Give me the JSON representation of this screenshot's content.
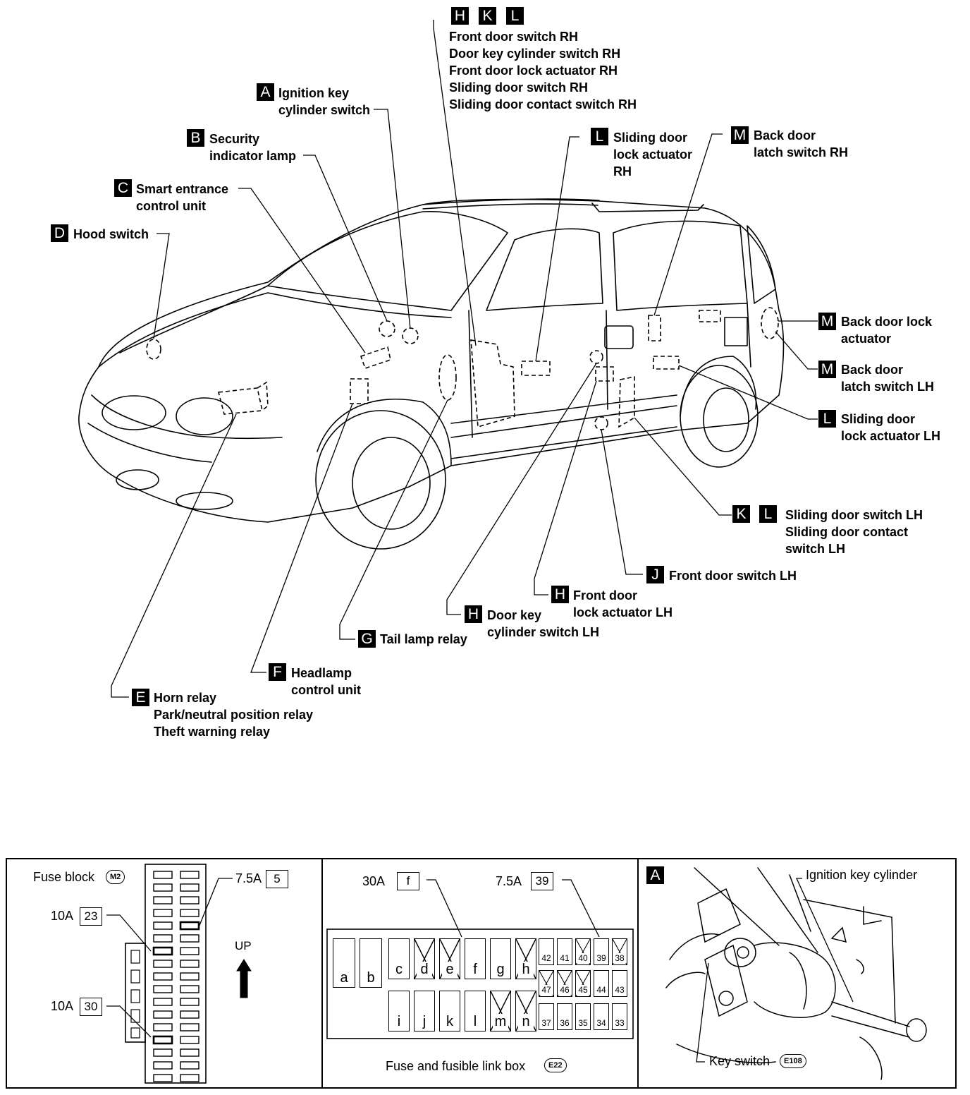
{
  "callouts": [
    {
      "id": "hkl",
      "letters": [
        "H",
        "K",
        "L"
      ],
      "lines": [
        "Front door switch RH",
        "Door key cylinder switch RH",
        "Front door lock actuator RH",
        "Sliding door switch RH",
        "Sliding door contact switch RH"
      ]
    },
    {
      "id": "a",
      "letters": [
        "A"
      ],
      "lines": [
        "Ignition key",
        "cylinder switch"
      ]
    },
    {
      "id": "b",
      "letters": [
        "B"
      ],
      "lines": [
        "Security",
        "indicator lamp"
      ]
    },
    {
      "id": "c",
      "letters": [
        "C"
      ],
      "lines": [
        "Smart entrance",
        "control unit"
      ]
    },
    {
      "id": "d",
      "letters": [
        "D"
      ],
      "lines": [
        "Hood switch"
      ]
    },
    {
      "id": "l-rh",
      "letters": [
        "L"
      ],
      "lines": [
        "Sliding door",
        "lock actuator",
        "RH"
      ]
    },
    {
      "id": "m-rh",
      "letters": [
        "M"
      ],
      "lines": [
        "Back door",
        "latch switch RH"
      ]
    },
    {
      "id": "m-lock",
      "letters": [
        "M"
      ],
      "lines": [
        "Back door lock",
        "actuator"
      ]
    },
    {
      "id": "m-lh",
      "letters": [
        "M"
      ],
      "lines": [
        "Back door",
        "latch switch LH"
      ]
    },
    {
      "id": "l-lh",
      "letters": [
        "L"
      ],
      "lines": [
        "Sliding door",
        "lock actuator LH"
      ]
    },
    {
      "id": "kl-lh",
      "letters": [
        "K",
        "L"
      ],
      "lines": [
        "Sliding door switch LH",
        "Sliding door contact",
        "switch LH"
      ]
    },
    {
      "id": "j",
      "letters": [
        "J"
      ],
      "lines": [
        "Front door switch LH"
      ]
    },
    {
      "id": "h-actuator",
      "letters": [
        "H"
      ],
      "lines": [
        "Front door",
        "lock actuator LH"
      ]
    },
    {
      "id": "h-key",
      "letters": [
        "H"
      ],
      "lines": [
        "Door key",
        "cylinder switch LH"
      ]
    },
    {
      "id": "g",
      "letters": [
        "G"
      ],
      "lines": [
        "Tail lamp relay"
      ]
    },
    {
      "id": "f",
      "letters": [
        "F"
      ],
      "lines": [
        "Headlamp",
        "control unit"
      ]
    },
    {
      "id": "e",
      "letters": [
        "E"
      ],
      "lines": [
        "Horn relay",
        "Park/neutral position relay",
        "Theft warning relay"
      ]
    }
  ],
  "fuse_block": {
    "title": "Fuse block",
    "connector": "M2",
    "fuses": [
      {
        "amp": "7.5A",
        "num": "5"
      },
      {
        "amp": "10A",
        "num": "23"
      },
      {
        "amp": "10A",
        "num": "30"
      }
    ],
    "up_label": "UP"
  },
  "link_box": {
    "caption": "Fuse and fusible link box",
    "connector": "E22",
    "fuses": [
      {
        "amp": "30A",
        "num": "f"
      },
      {
        "amp": "7.5A",
        "num": "39"
      }
    ],
    "top_cells": [
      "a",
      "b",
      "c",
      "d",
      "e",
      "f",
      "g",
      "h"
    ],
    "bottom_cells": [
      "i",
      "j",
      "k",
      "l",
      "m",
      "n"
    ],
    "grid_row1": [
      "42",
      "41",
      "40",
      "39",
      "38"
    ],
    "grid_row2": [
      "47",
      "46",
      "45",
      "44",
      "43"
    ],
    "grid_row3": [
      "37",
      "36",
      "35",
      "34",
      "33"
    ]
  },
  "ignition": {
    "badge": "A",
    "title": "Ignition key cylinder",
    "key_switch": "Key switch",
    "connector": "E108"
  }
}
